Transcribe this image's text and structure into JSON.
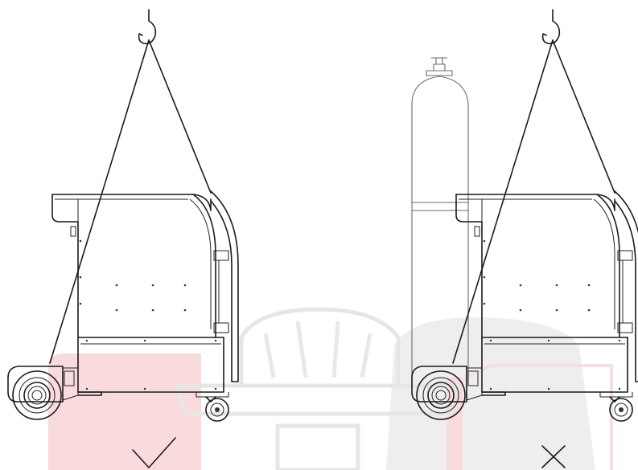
{
  "diagram": {
    "panels": [
      {
        "id": "left",
        "mark": "correct-mark",
        "has_gas_cylinder": false
      },
      {
        "id": "right",
        "mark": "wrong-mark",
        "has_gas_cylinder": true
      }
    ],
    "colors": {
      "line": "#1a1a1a",
      "watermark_red": "#f7d7d9",
      "watermark_gray": "#ececec"
    }
  }
}
